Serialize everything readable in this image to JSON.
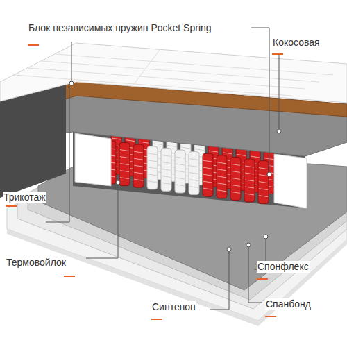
{
  "diagram": {
    "labels": [
      "Блок независимых пружин Pocket Spring",
      "Кокосовая",
      "Трикотаж",
      "Термовойлок",
      "Спонфлекс",
      "Спанбонд",
      "Синтепон"
    ]
  }
}
